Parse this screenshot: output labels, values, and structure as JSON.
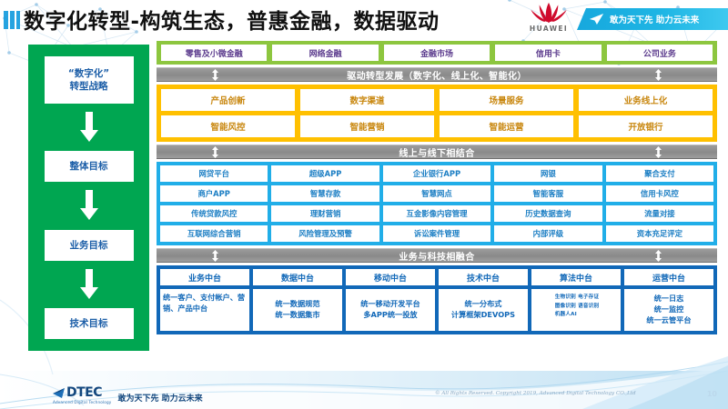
{
  "header": {
    "title": "数字化转型-构筑生态，普惠金融，数据驱动",
    "brand": "HUAWEI",
    "banner_text": "敢为天下先 助力云未来",
    "accent_color": "#1a9ede",
    "brand_color": "#cf0a2c"
  },
  "sidebar": {
    "bg_color": "#00a651",
    "items": [
      {
        "label": "“数字化”\n转型战略",
        "line1": "“数字化”",
        "line2": "转型战略"
      },
      {
        "label": "整体目标"
      },
      {
        "label": "业务目标"
      },
      {
        "label": "技术目标"
      }
    ]
  },
  "business_band": {
    "bg_color": "#8dc63f",
    "text_color": "#5d3d8e",
    "items": [
      "零售及小微金融",
      "网络金融",
      "金融市场",
      "信用卡",
      "公司业务"
    ]
  },
  "connectors": [
    {
      "label": "驱动转型发展（数字化、线上化、智能化）"
    },
    {
      "label": "线上与线下相结合"
    },
    {
      "label": "业务与科技相融合"
    }
  ],
  "capability_band": {
    "bg_color": "#ffc000",
    "text_color": "#c8860d",
    "rows": [
      [
        "产品创新",
        "数字渠道",
        "场景服务",
        "业务线上化"
      ],
      [
        "智能风控",
        "智能营销",
        "智能运营",
        "开放银行"
      ]
    ]
  },
  "channel_band": {
    "bg_color": "#21aee8",
    "text_color": "#1d7fc4",
    "rows": [
      [
        "网贷平台",
        "超级APP",
        "企业银行APP",
        "网银",
        "聚合支付"
      ],
      [
        "商户APP",
        "智慧存款",
        "智慧网点",
        "智能客服",
        "信用卡风控"
      ],
      [
        "传统贷款风控",
        "理财营销",
        "互金影像内容管理",
        "历史数据查询",
        "流量对接"
      ],
      [
        "互联网综合营销",
        "风险管理及预警",
        "诉讼案件管理",
        "内部评级",
        "资本充足评定"
      ]
    ]
  },
  "platform_band": {
    "bg_color": "#1168b8",
    "text_color": "#1168b8",
    "columns": [
      {
        "title": "业务中台",
        "body": "统一客户、支付帐户、营销、产品中台"
      },
      {
        "title": "数据中台",
        "body": "统一数据规范\n统一数据集市"
      },
      {
        "title": "移动中台",
        "body": "统一移动开发平台\n多APP统一投放"
      },
      {
        "title": "技术中台",
        "body": "统一分布式\n计算框架DEVOPS"
      },
      {
        "title": "算法中台",
        "body": "生物识别 电子存证\n图像识别 语音识别\n机器人AI"
      },
      {
        "title": "运营中台",
        "body": "统一日志\n统一监控\n统一云管平台"
      }
    ]
  },
  "footer": {
    "logo_word": "DTEC",
    "logo_sub": "Advanced Digital Technology",
    "slogan": "敢为天下先  助力云未来",
    "copyright": "© All Rights Reserved. Copyright 2019, Advanced Digital Technology CO.,Ltd",
    "page_number": "10"
  }
}
